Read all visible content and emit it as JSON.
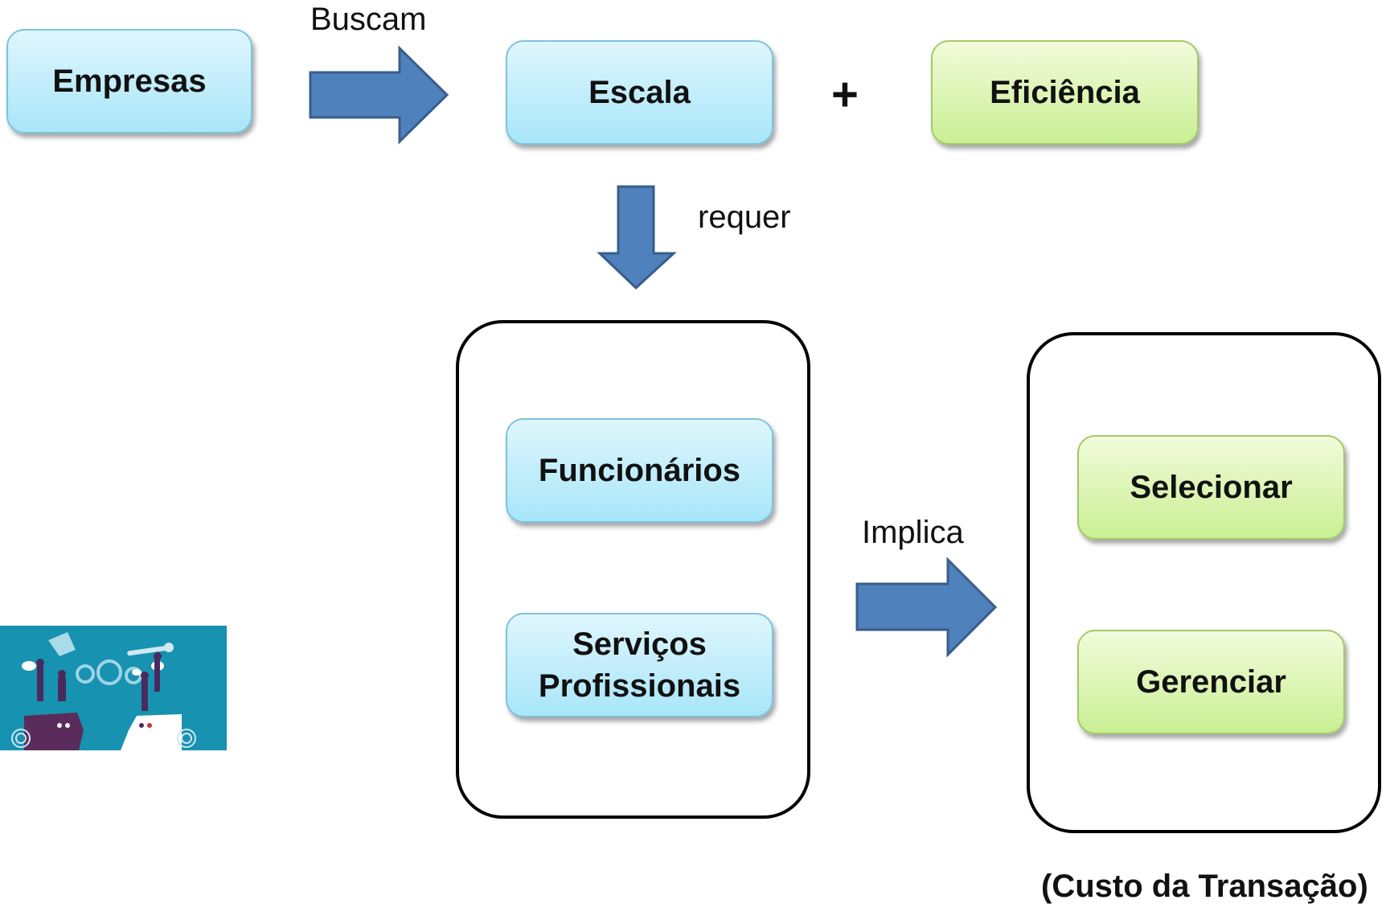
{
  "nodes": {
    "empresas": "Empresas",
    "escala": "Escala",
    "eficiencia": "Eficiência",
    "funcionarios": "Funcionários",
    "servicos": "Serviços Profissionais",
    "selecionar": "Selecionar",
    "gerenciar": "Gerenciar"
  },
  "labels": {
    "buscam": "Buscam",
    "plus": "+",
    "requer": "requer",
    "implica": "Implica",
    "custo": "(Custo da Transação)"
  },
  "colors": {
    "arrow_fill": "#4f81bd",
    "arrow_stroke": "#385d8a",
    "blue_box": "#b9ebfa",
    "green_box": "#d8f4ad",
    "illustration_bg": "#1792b0"
  }
}
